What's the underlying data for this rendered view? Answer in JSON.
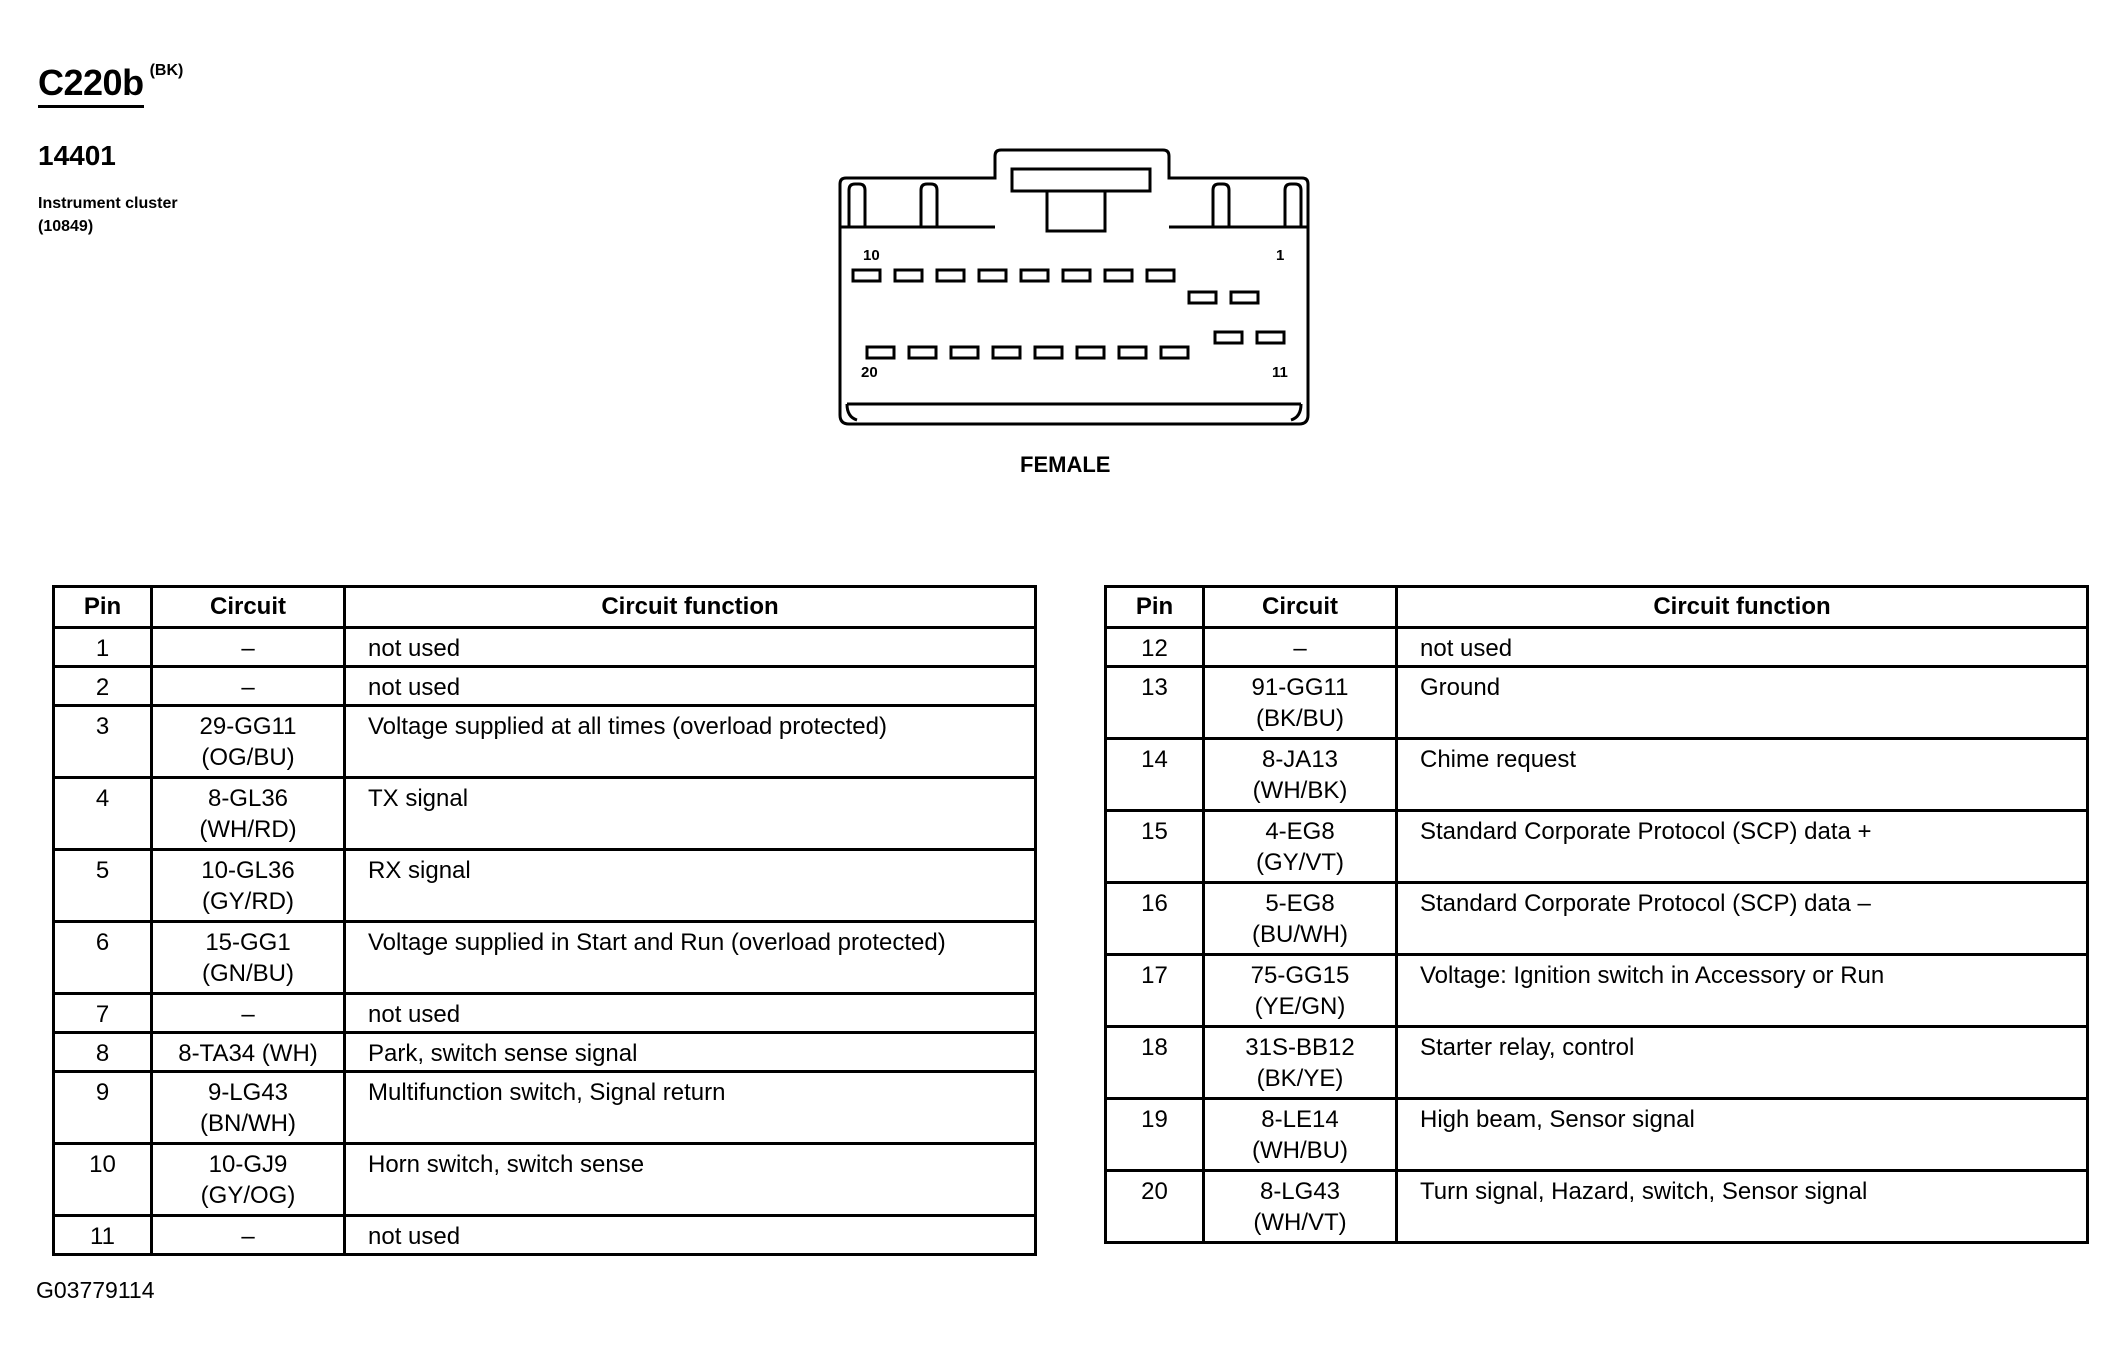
{
  "connector": {
    "id": "C220b",
    "color_code": "(BK)",
    "part_number": "14401",
    "component_name": "Instrument cluster",
    "component_ref": "(10849)"
  },
  "diagram": {
    "gender": "FEMALE",
    "pin_labels": {
      "top_left": "10",
      "top_right": "1",
      "bottom_left": "20",
      "bottom_right": "11"
    }
  },
  "table_headers": {
    "pin": "Pin",
    "circuit": "Circuit",
    "function": "Circuit function"
  },
  "pins_left": [
    {
      "pin": "1",
      "circuit": "–",
      "wire_color": "",
      "function": "not used"
    },
    {
      "pin": "2",
      "circuit": "–",
      "wire_color": "",
      "function": "not used"
    },
    {
      "pin": "3",
      "circuit": "29-GG11",
      "wire_color": "(OG/BU)",
      "function": "Voltage supplied at all times (overload protected)"
    },
    {
      "pin": "4",
      "circuit": "8-GL36",
      "wire_color": "(WH/RD)",
      "function": "TX signal"
    },
    {
      "pin": "5",
      "circuit": "10-GL36",
      "wire_color": "(GY/RD)",
      "function": "RX signal"
    },
    {
      "pin": "6",
      "circuit": "15-GG1",
      "wire_color": "(GN/BU)",
      "function": "Voltage supplied in Start and Run (overload protected)"
    },
    {
      "pin": "7",
      "circuit": "–",
      "wire_color": "",
      "function": "not used"
    },
    {
      "pin": "8",
      "circuit": "8-TA34 (WH)",
      "wire_color": "",
      "function": "Park, switch sense signal"
    },
    {
      "pin": "9",
      "circuit": "9-LG43",
      "wire_color": "(BN/WH)",
      "function": "Multifunction switch, Signal return"
    },
    {
      "pin": "10",
      "circuit": "10-GJ9",
      "wire_color": "(GY/OG)",
      "function": "Horn switch, switch sense"
    },
    {
      "pin": "11",
      "circuit": "–",
      "wire_color": "",
      "function": "not used"
    }
  ],
  "pins_right": [
    {
      "pin": "12",
      "circuit": "–",
      "wire_color": "",
      "function": "not used"
    },
    {
      "pin": "13",
      "circuit": "91-GG11",
      "wire_color": "(BK/BU)",
      "function": "Ground"
    },
    {
      "pin": "14",
      "circuit": "8-JA13",
      "wire_color": "(WH/BK)",
      "function": "Chime request"
    },
    {
      "pin": "15",
      "circuit": "4-EG8",
      "wire_color": "(GY/VT)",
      "function": "Standard Corporate Protocol (SCP) data +"
    },
    {
      "pin": "16",
      "circuit": "5-EG8",
      "wire_color": "(BU/WH)",
      "function": "Standard Corporate Protocol (SCP) data –"
    },
    {
      "pin": "17",
      "circuit": "75-GG15",
      "wire_color": "(YE/GN)",
      "function": "Voltage: Ignition switch in Accessory or Run"
    },
    {
      "pin": "18",
      "circuit": "31S-BB12",
      "wire_color": "(BK/YE)",
      "function": "Starter relay, control"
    },
    {
      "pin": "19",
      "circuit": "8-LE14",
      "wire_color": "(WH/BU)",
      "function": "High beam, Sensor signal"
    },
    {
      "pin": "20",
      "circuit": "8-LG43",
      "wire_color": "(WH/VT)",
      "function": "Turn signal, Hazard, switch, Sensor signal"
    }
  ],
  "figure_id": "G03779114"
}
